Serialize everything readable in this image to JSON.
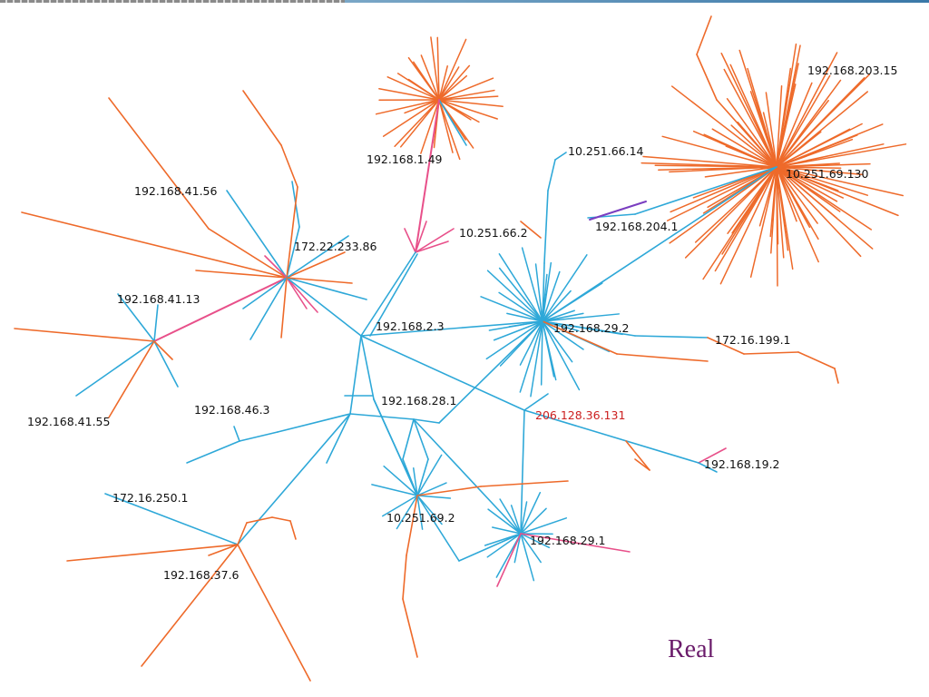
{
  "caption": "Real",
  "colors": {
    "blue": "#2ea8d8",
    "orange": "#ee6a2a",
    "pink": "#e8508a",
    "purple": "#7a3ec0",
    "label": "#111111",
    "highlight_label": "#cc2020"
  },
  "labels": [
    {
      "id": "n0",
      "text": "192.168.203.15"
    },
    {
      "id": "n1",
      "text": "10.251.69.130"
    },
    {
      "id": "n2",
      "text": "192.168.1.49"
    },
    {
      "id": "n3",
      "text": "10.251.66.14"
    },
    {
      "id": "n4",
      "text": "192.168.41.56"
    },
    {
      "id": "n5",
      "text": "10.251.66.2"
    },
    {
      "id": "n6",
      "text": "192.168.204.1"
    },
    {
      "id": "n7",
      "text": "172.22.233.86"
    },
    {
      "id": "n8",
      "text": "192.168.41.13"
    },
    {
      "id": "n9",
      "text": "192.168.2.3"
    },
    {
      "id": "n10",
      "text": "192.168.29.2"
    },
    {
      "id": "n11",
      "text": "172.16.199.1"
    },
    {
      "id": "n12",
      "text": "192.168.28.1"
    },
    {
      "id": "n13",
      "text": "192.168.46.3"
    },
    {
      "id": "n14",
      "text": "206.128.36.131",
      "highlight": true
    },
    {
      "id": "n15",
      "text": "192.168.41.55"
    },
    {
      "id": "n16",
      "text": "192.168.19.2"
    },
    {
      "id": "n17",
      "text": "172.16.250.1"
    },
    {
      "id": "n18",
      "text": "10.251.69.2"
    },
    {
      "id": "n19",
      "text": "192.168.29.1"
    },
    {
      "id": "n20",
      "text": "192.168.37.6"
    }
  ]
}
